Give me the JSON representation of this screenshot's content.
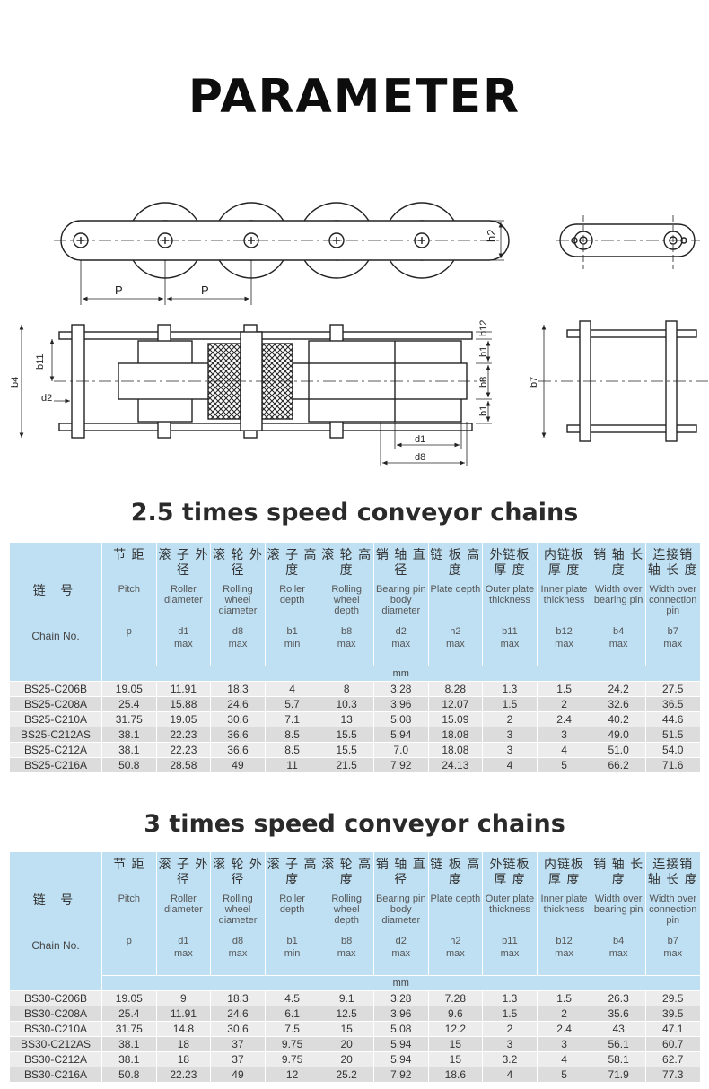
{
  "title": "PARAMETER",
  "drawing": {
    "labels": {
      "p": "P",
      "h2": "h2",
      "b12": "b12",
      "b11": "b11",
      "b1": "b1",
      "b8": "b8",
      "b4": "b4",
      "b7": "b7",
      "d1": "d1",
      "d8": "d8",
      "d2": "d2"
    }
  },
  "columns": {
    "chain": {
      "zh": "链 号",
      "en": "Chain No."
    },
    "list": [
      {
        "zh": "节 距",
        "en": "Pitch",
        "sym": "p",
        "lim": ""
      },
      {
        "zh": "滚 子 外 径",
        "en": "Roller diameter",
        "sym": "d1",
        "lim": "max"
      },
      {
        "zh": "滚 轮 外 径",
        "en": "Rolling wheel diameter",
        "sym": "d8",
        "lim": "max"
      },
      {
        "zh": "滚 子 高 度",
        "en": "Roller depth",
        "sym": "b1",
        "lim": "min"
      },
      {
        "zh": "滚 轮 高 度",
        "en": "Rolling wheel depth",
        "sym": "b8",
        "lim": "max"
      },
      {
        "zh": "销 轴 直 径",
        "en": "Bearing pin body diameter",
        "sym": "d2",
        "lim": "max"
      },
      {
        "zh": "链 板 高 度",
        "en": "Plate depth",
        "sym": "h2",
        "lim": "max"
      },
      {
        "zh": "外链板 厚 度",
        "en": "Outer plate thickness",
        "sym": "b11",
        "lim": "max"
      },
      {
        "zh": "内链板 厚 度",
        "en": "Inner plate thickness",
        "sym": "b12",
        "lim": "max"
      },
      {
        "zh": "销 轴 长 度",
        "en": "Width over bearing pin",
        "sym": "b4",
        "lim": "max"
      },
      {
        "zh": "连接销轴 长 度",
        "en": "Width over connection pin",
        "sym": "b7",
        "lim": "max"
      }
    ],
    "unit": "mm"
  },
  "tables": [
    {
      "title": "2.5 times speed conveyor chains",
      "rows": [
        {
          "code": "BS25-C206B",
          "vals": [
            "19.05",
            "11.91",
            "18.3",
            "4",
            "8",
            "3.28",
            "8.28",
            "1.3",
            "1.5",
            "24.2",
            "27.5"
          ]
        },
        {
          "code": "BS25-C208A",
          "vals": [
            "25.4",
            "15.88",
            "24.6",
            "5.7",
            "10.3",
            "3.96",
            "12.07",
            "1.5",
            "2",
            "32.6",
            "36.5"
          ]
        },
        {
          "code": "BS25-C210A",
          "vals": [
            "31.75",
            "19.05",
            "30.6",
            "7.1",
            "13",
            "5.08",
            "15.09",
            "2",
            "2.4",
            "40.2",
            "44.6"
          ]
        },
        {
          "code": "BS25-C212AS",
          "vals": [
            "38.1",
            "22.23",
            "36.6",
            "8.5",
            "15.5",
            "5.94",
            "18.08",
            "3",
            "3",
            "49.0",
            "51.5"
          ]
        },
        {
          "code": "BS25-C212A",
          "vals": [
            "38.1",
            "22.23",
            "36.6",
            "8.5",
            "15.5",
            "7.0",
            "18.08",
            "3",
            "4",
            "51.0",
            "54.0"
          ]
        },
        {
          "code": "BS25-C216A",
          "vals": [
            "50.8",
            "28.58",
            "49",
            "11",
            "21.5",
            "7.92",
            "24.13",
            "4",
            "5",
            "66.2",
            "71.6"
          ]
        }
      ]
    },
    {
      "title": "3 times speed conveyor chains",
      "rows": [
        {
          "code": "BS30-C206B",
          "vals": [
            "19.05",
            "9",
            "18.3",
            "4.5",
            "9.1",
            "3.28",
            "7.28",
            "1.3",
            "1.5",
            "26.3",
            "29.5"
          ]
        },
        {
          "code": "BS30-C208A",
          "vals": [
            "25.4",
            "11.91",
            "24.6",
            "6.1",
            "12.5",
            "3.96",
            "9.6",
            "1.5",
            "2",
            "35.6",
            "39.5"
          ]
        },
        {
          "code": "BS30-C210A",
          "vals": [
            "31.75",
            "14.8",
            "30.6",
            "7.5",
            "15",
            "5.08",
            "12.2",
            "2",
            "2.4",
            "43",
            "47.1"
          ]
        },
        {
          "code": "BS30-C212AS",
          "vals": [
            "38.1",
            "18",
            "37",
            "9.75",
            "20",
            "5.94",
            "15",
            "3",
            "3",
            "56.1",
            "60.7"
          ]
        },
        {
          "code": "BS30-C212A",
          "vals": [
            "38.1",
            "18",
            "37",
            "9.75",
            "20",
            "5.94",
            "15",
            "3.2",
            "4",
            "58.1",
            "62.7"
          ]
        },
        {
          "code": "BS30-C216A",
          "vals": [
            "50.8",
            "22.23",
            "49",
            "12",
            "25.2",
            "7.92",
            "18.6",
            "4",
            "5",
            "71.9",
            "77.3"
          ]
        }
      ]
    }
  ]
}
